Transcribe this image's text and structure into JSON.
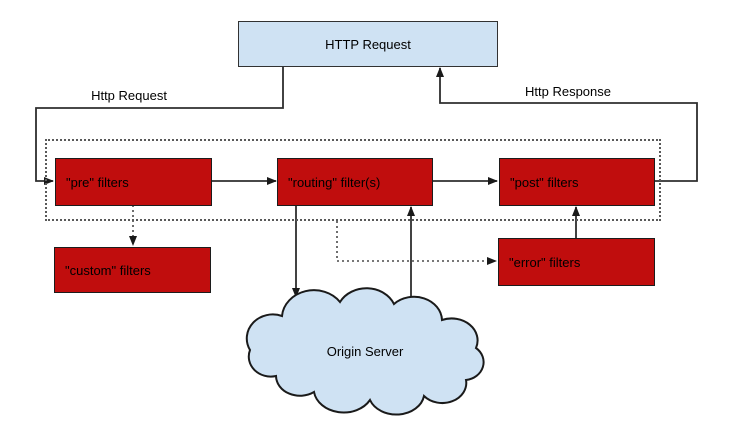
{
  "diagram": {
    "description": "HTTP request/response filter-chain architecture diagram",
    "colors": {
      "filter_box_fill": "#c00d0d",
      "io_fill": "#cfe2f3",
      "line": "#2e2e2e",
      "dotted_line": "#595959",
      "text": "#000000",
      "background": "#ffffff"
    },
    "nodes": {
      "http_request": "HTTP Request",
      "pre_filters": "\"pre\" filters",
      "routing_filters": "\"routing\" filter(s)",
      "post_filters": "\"post\" filters",
      "custom_filters": "\"custom\" filters",
      "error_filters": "\"error\" filters",
      "origin_server": "Origin Server"
    },
    "edge_labels": {
      "request": "Http Request",
      "response": "Http Response"
    }
  }
}
